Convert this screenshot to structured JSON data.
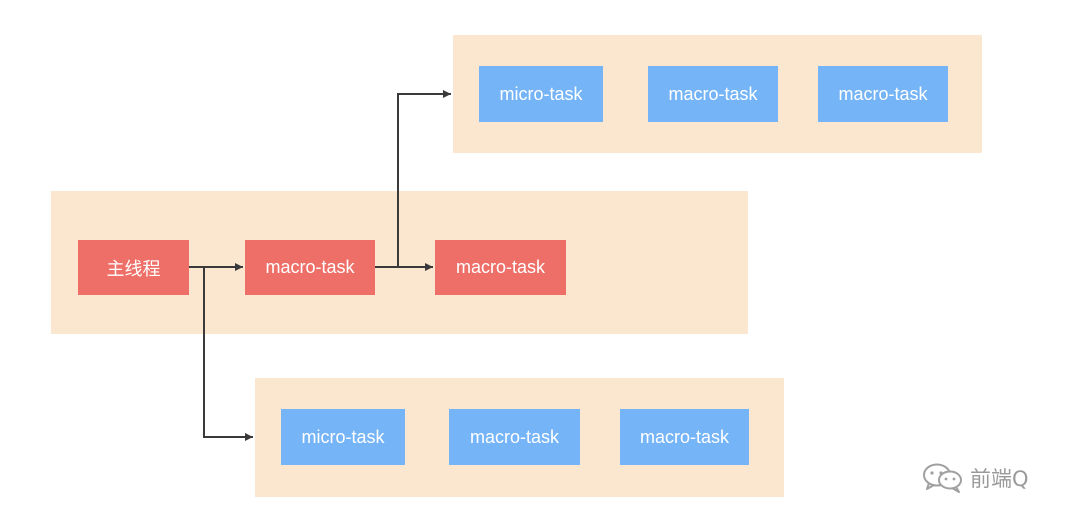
{
  "diagram": {
    "main_thread": "主线程",
    "main_row": [
      "macro-task",
      "macro-task"
    ],
    "top_queue": [
      "micro-task",
      "macro-task",
      "macro-task"
    ],
    "bottom_queue": [
      "micro-task",
      "macro-task",
      "macro-task"
    ]
  },
  "colors": {
    "band": "#fbe6d0",
    "red_node": "#ed6f68",
    "blue_node": "#74b4f7",
    "arrow": "#3a3a3a"
  },
  "watermark": {
    "icon": "wechat-icon",
    "text": "前端Q"
  }
}
